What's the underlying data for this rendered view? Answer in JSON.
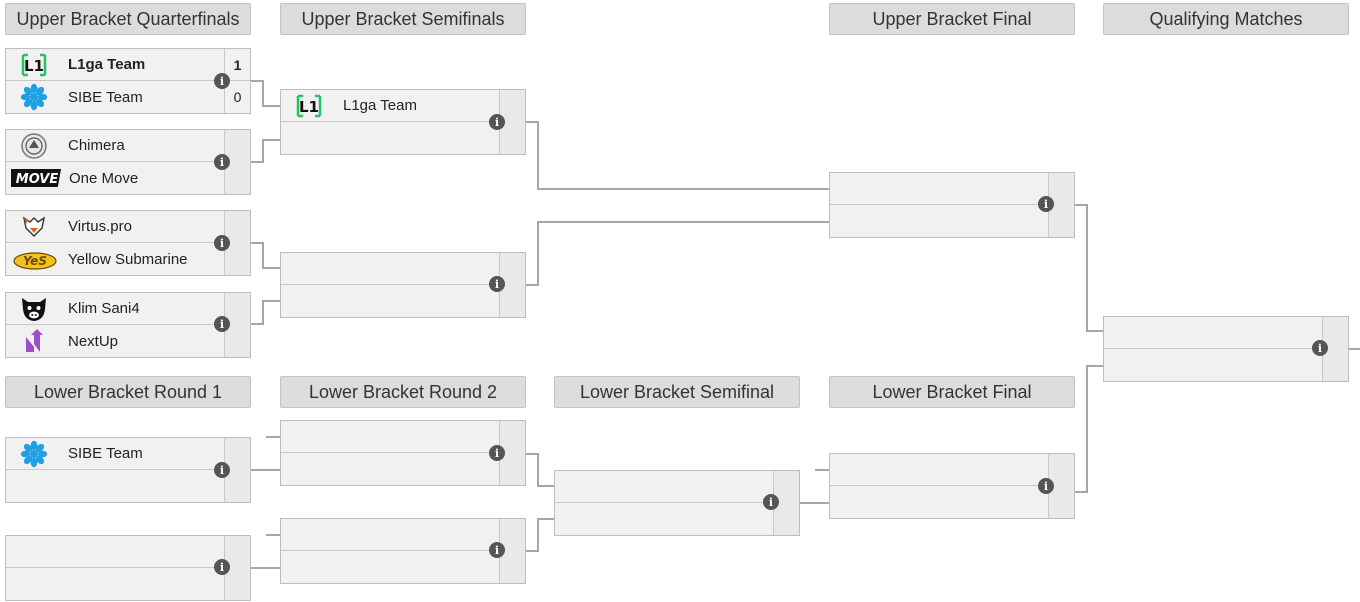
{
  "headers": {
    "ubqf": "Upper Bracket Quarterfinals",
    "ubsf": "Upper Bracket Semifinals",
    "ubf": "Upper Bracket Final",
    "qm": "Qualifying Matches",
    "lbr1": "Lower Bracket Round 1",
    "lbr2": "Lower Bracket Round 2",
    "lbsf": "Lower Bracket Semifinal",
    "lbf": "Lower Bracket Final"
  },
  "info_glyph": "i",
  "matches": {
    "ubqf1": {
      "team1": "L1ga Team",
      "score1": "1",
      "team2": "SIBE Team",
      "score2": "0"
    },
    "ubqf2": {
      "team1": "Chimera",
      "team2": "One Move"
    },
    "ubqf3": {
      "team1": "Virtus.pro",
      "team2": "Yellow Submarine"
    },
    "ubqf4": {
      "team1": "Klim Sani4",
      "team2": "NextUp"
    },
    "ubsf1": {
      "team1": "L1ga Team"
    },
    "lbr1_1": {
      "team1": "SIBE Team"
    }
  },
  "logos": {
    "l1ga": {
      "text": "L1",
      "color": "#22c55e"
    },
    "sibe": {
      "icon": "snowflake-icon",
      "color": "#1ea0e6"
    },
    "chimera": {
      "icon": "chimera-crest-icon",
      "color": "#555555"
    },
    "onemove": {
      "text": "MOVE",
      "color": "#111111"
    },
    "virtus": {
      "icon": "virtus-bear-icon",
      "color": "#e85d2a"
    },
    "yellowsub": {
      "text": "YeS",
      "color": "#f4c21a"
    },
    "klim": {
      "icon": "boar-icon",
      "color": "#111111"
    },
    "nextup": {
      "text": "N",
      "color": "#9b4dca"
    }
  }
}
